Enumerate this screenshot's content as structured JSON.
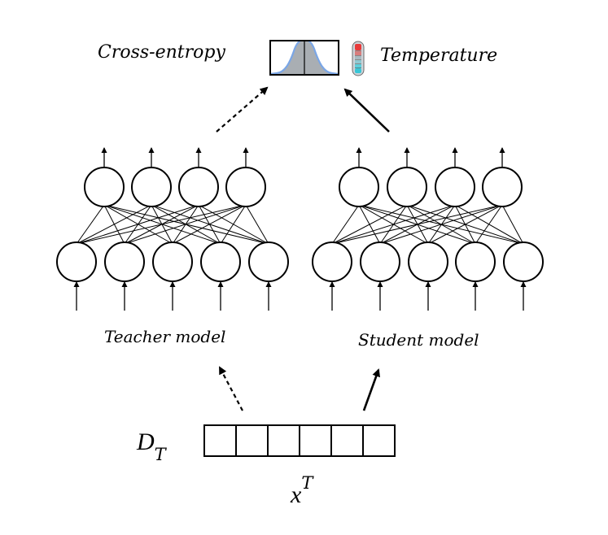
{
  "labels": {
    "cross_entropy": "Cross-entropy",
    "temperature": "Temperature",
    "teacher": "Teacher model",
    "student": "Student model",
    "dataset_main": "D",
    "dataset_sub": "T",
    "input_main": "x",
    "input_sup": "T"
  },
  "input_vector": {
    "cells": 6
  },
  "colors": {
    "curve": "#7aa6e6",
    "fill": "#9aa0a6",
    "thermo_red": "#e83a3a",
    "thermo_mid": "#d97c7c",
    "thermo_cyan": "#39c6d6"
  }
}
